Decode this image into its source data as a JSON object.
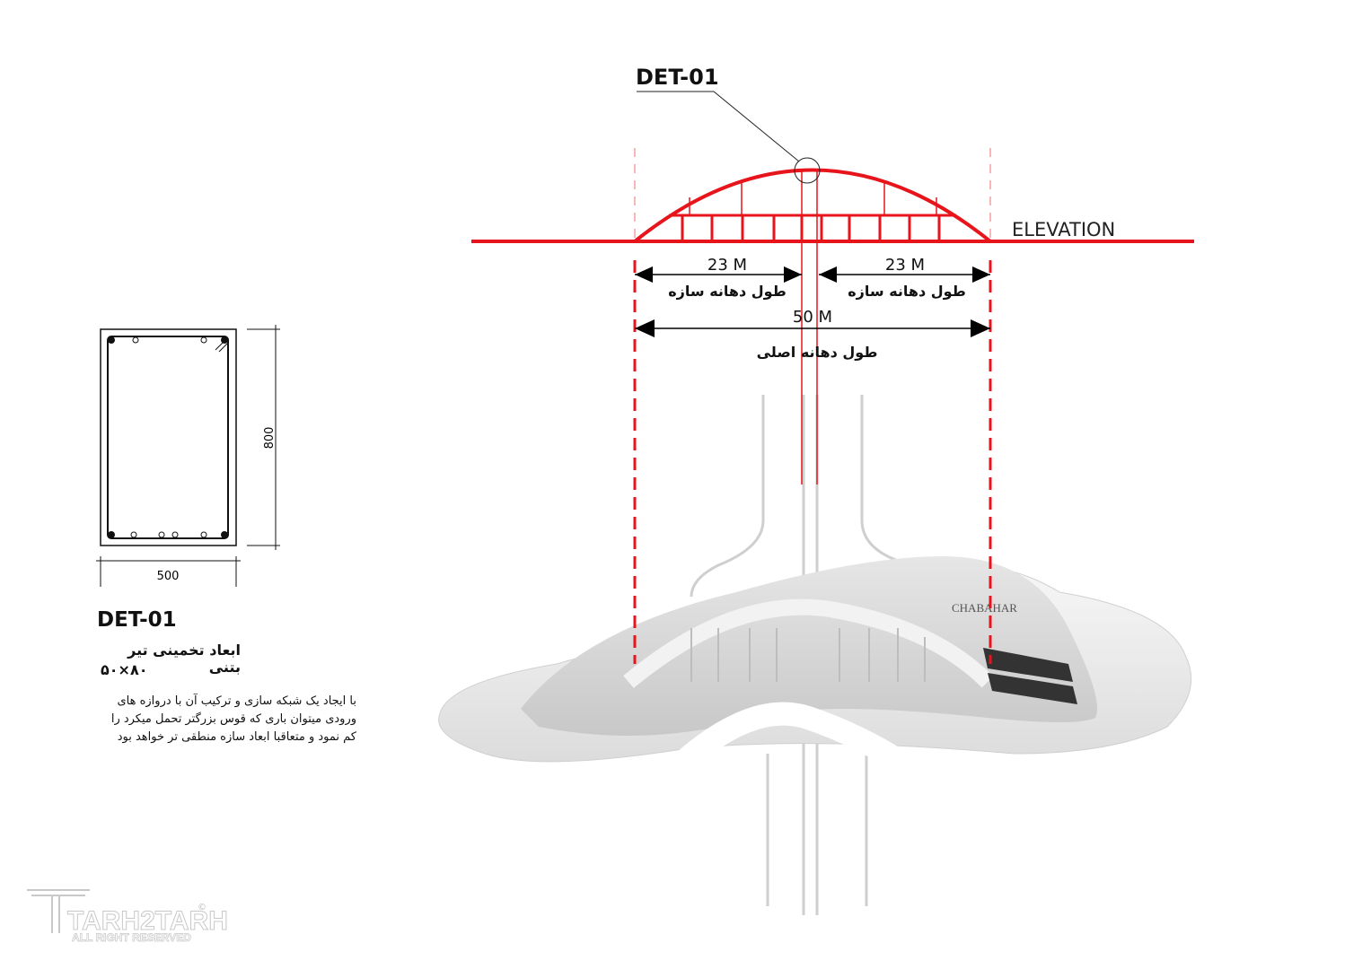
{
  "detail_label_top": "DET-01",
  "elevation_label": "ELEVATION",
  "dimensions": {
    "left_span": "23 M",
    "left_span_caption": "طول دهانه سازه",
    "right_span": "23 M",
    "right_span_caption": "طول دهانه سازه",
    "main_span": "50 M",
    "main_span_caption": "طول دهانه اصلی"
  },
  "section": {
    "height_label": "800",
    "width_label": "500"
  },
  "detail": {
    "title": "DET-01",
    "subtitle": "ابعاد تخمینی تیر بتنی",
    "size": "۵۰×۸۰",
    "description": "با ایجاد یک شبکه سازی و ترکیب آن با دروازه های ورودی میتوان باری که قوس بزرگتر تحمل میکرد را کم نمود و متعاقبا ابعاد سازه منطقی تر خواهد بود"
  },
  "building_sign": "CHABAHAR",
  "logo": {
    "name": "TARH2TARH",
    "tagline": "ALL RIGHT RESERVED"
  },
  "colors": {
    "accent": "#e8141c"
  }
}
